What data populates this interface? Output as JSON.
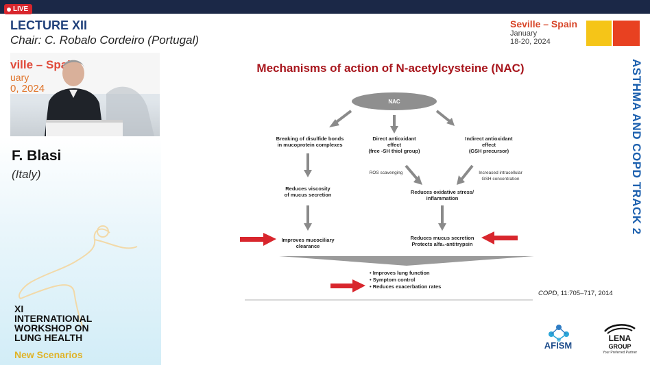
{
  "live": {
    "label": "LIVE"
  },
  "lecture": {
    "title": "LECTURE XII",
    "chair": "Chair: C. Robalo Cordeiro (Portugal)"
  },
  "speaker": {
    "name": "F. Blasi",
    "country": "(Italy)",
    "video_banner": {
      "line1": "ville – Spain",
      "line2": "uary",
      "line3": "0, 2024"
    }
  },
  "event": {
    "city": "Seville – Spain",
    "month": "January",
    "dates": "18-20, 2024"
  },
  "track": "ASTHMA AND COPD  TRACK 2",
  "slide": {
    "title": "Mechanisms of action of N-acetylcysteine (NAC)",
    "nac": "NAC",
    "branch_left": [
      "Breaking of disulfide bonds",
      "in mucoprotein complexes"
    ],
    "branch_mid": [
      "Direct antioxidant",
      "effect",
      "(free  -SH thiol group)"
    ],
    "branch_right": [
      "Indirect antioxidant",
      "effect",
      "(GSH precursor)"
    ],
    "ros": "ROS scavenging",
    "gsh_conc": [
      "Increased intracellular",
      "GSH concentration"
    ],
    "viscosity": [
      "Reduces viscosity",
      "of mucus secretion"
    ],
    "oxidative": [
      "Reduces oxidative stress/",
      "inflammation"
    ],
    "clearance": [
      "Improves mucociliary",
      "clearance"
    ],
    "mucus": [
      "Reduces mucus secretion",
      "Protects alfa₁-antitrypsin"
    ],
    "outcomes": [
      "Improves lung function",
      "Symptom control",
      "Reduces exacerbation rates"
    ],
    "citation_journal": "COPD",
    "citation_ref": ", 11:705–717, 2014"
  },
  "workshop": {
    "lines": [
      "XI",
      "INTERNATIONAL",
      "WORKSHOP ON",
      "LUNG HEALTH"
    ],
    "subtitle": "New Scenarios"
  },
  "sponsors": {
    "afism": "AFISM",
    "lena_line1": "LENA",
    "lena_line2": "GROUP",
    "lena_tagline": "Your Preferred Partner"
  },
  "colors": {
    "accent_red": "#a8161d",
    "arrow_red": "#d8262d",
    "arrow_gray": "#8a8a8a",
    "track_blue": "#1b5fae",
    "title_blue": "#1e3f7a"
  }
}
